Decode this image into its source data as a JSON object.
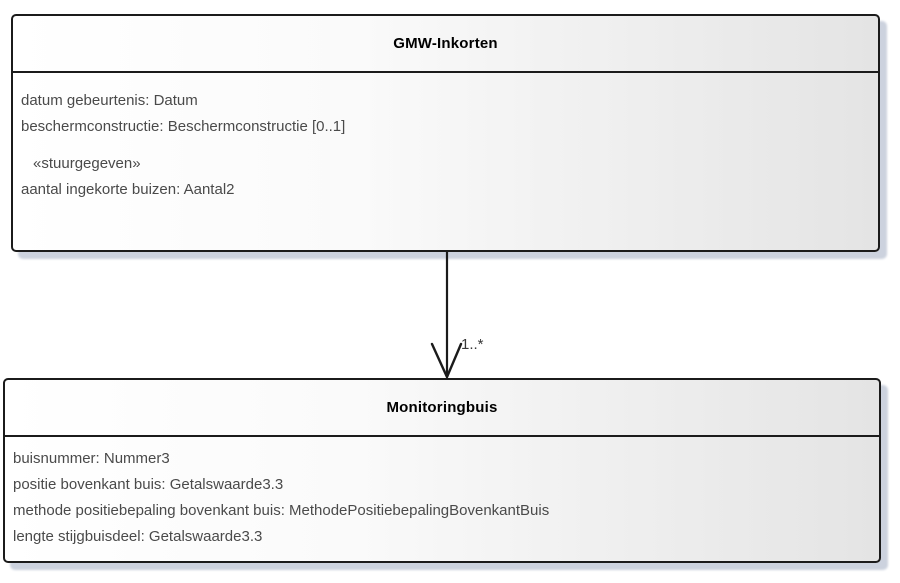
{
  "diagram": {
    "top_class": {
      "title": "GMW-Inkorten",
      "attributes": [
        "datum gebeurtenis: Datum",
        "beschermconstructie: Beschermconstructie [0..1]"
      ],
      "stereotype": "«stuurgegeven»",
      "stereotype_attributes": [
        "aantal ingekorte buizen: Aantal2"
      ]
    },
    "bottom_class": {
      "title": "Monitoringbuis",
      "attributes": [
        "buisnummer: Nummer3",
        "positie bovenkant buis: Getalswaarde3.3",
        "methode positiebepaling bovenkant buis: MethodePositiebepalingBovenkantBuis",
        "lengte stijgbuisdeel: Getalswaarde3.3"
      ]
    },
    "association": {
      "target_multiplicity": "1..*",
      "direction": "from GMW-Inkorten to Monitoringbuis",
      "arrow_style": "open-arrowhead"
    },
    "colors": {
      "box_border": "#1b1b1b",
      "box_fill_left": "#ffffff",
      "box_fill_right": "#e4e4e4",
      "box_shadow": "#ccd2de",
      "title_text": "#000000",
      "attribute_text": "#4a4a4a",
      "connector_line": "#1b1b1b"
    }
  }
}
